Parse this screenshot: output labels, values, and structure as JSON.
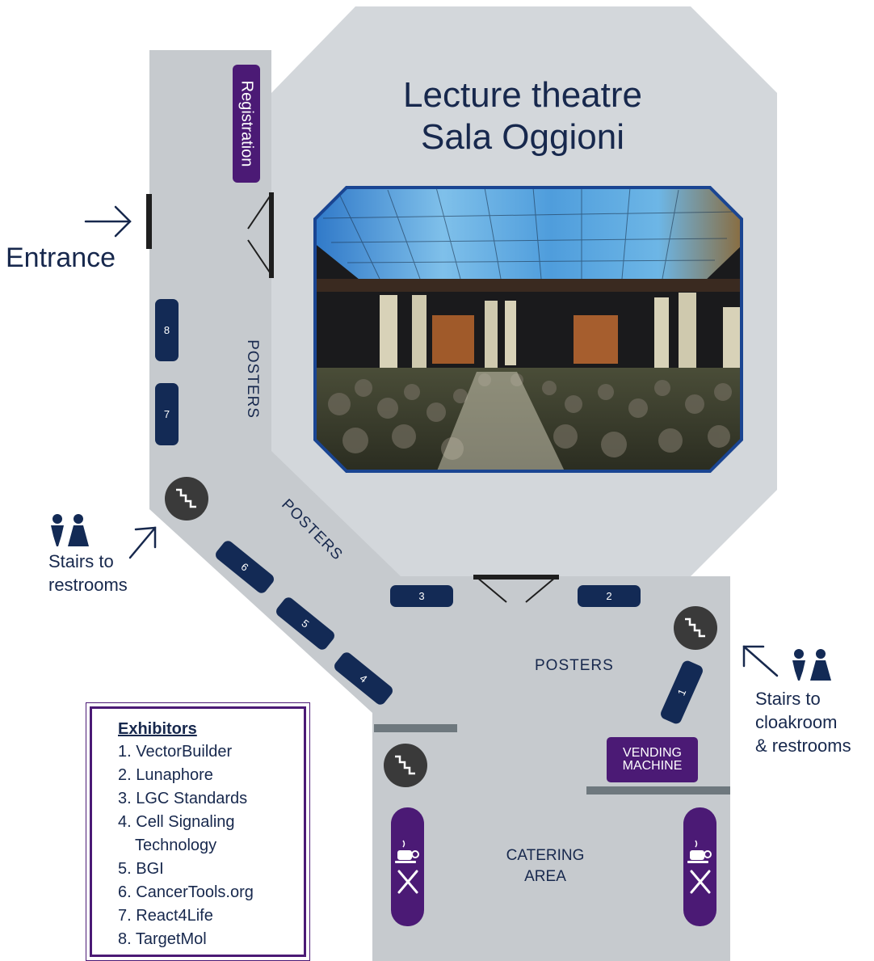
{
  "theatre": {
    "title_line1": "Lecture theatre",
    "title_line2": "Sala Oggioni"
  },
  "labels": {
    "registration": "Registration",
    "entrance": "Entrance",
    "stairs_restrooms_line1": "Stairs to",
    "stairs_restrooms_line2": "restrooms",
    "stairs_cloak_line1": "Stairs to",
    "stairs_cloak_line2": "cloakroom",
    "stairs_cloak_line3": "& restrooms",
    "posters": "POSTERS",
    "vending_line1": "VENDING",
    "vending_line2": "MACHINE",
    "catering_line1": "CATERING",
    "catering_line2": "AREA"
  },
  "booths": [
    "1",
    "2",
    "3",
    "4",
    "5",
    "6",
    "7",
    "8"
  ],
  "exhibitors": {
    "heading": "Exhibitors",
    "items": [
      {
        "num": "1.",
        "name": "VectorBuilder"
      },
      {
        "num": "2.",
        "name": "Lunaphore"
      },
      {
        "num": "3.",
        "name": "LGC Standards"
      },
      {
        "num": "4.",
        "name": "Cell Signaling",
        "cont": "Technology"
      },
      {
        "num": "5.",
        "name": "BGI"
      },
      {
        "num": "6.",
        "name": "CancerTools.org"
      },
      {
        "num": "7.",
        "name": "React4Life"
      },
      {
        "num": "8.",
        "name": "TargetMol"
      }
    ]
  },
  "icons": [
    "stairs-icon",
    "restroom-icon",
    "coffee-cup-icon",
    "fork-knife-icon",
    "door-icon",
    "arrow-icon"
  ],
  "colors": {
    "corridor": "#c6cace",
    "theatre": "#d3d7db",
    "booth": "#132a55",
    "accent_purple": "#4b1a75",
    "text": "#17284d",
    "photo_border": "#1a4592"
  }
}
